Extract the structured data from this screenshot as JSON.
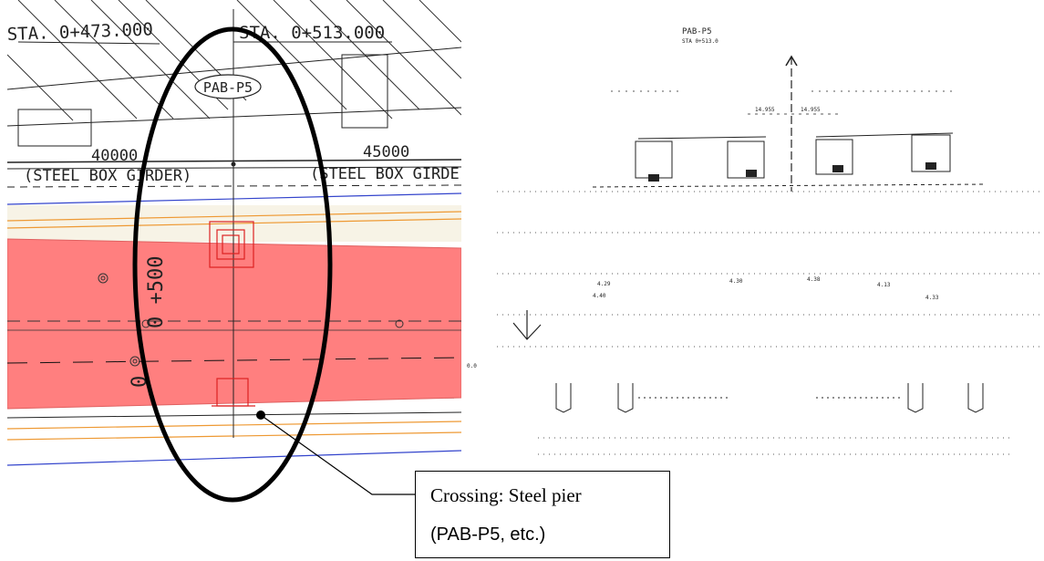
{
  "plan": {
    "station_left": "STA. 0+473.000",
    "station_right": "STA. 0+513.000",
    "pier_label": "PAB-P5",
    "span_left_length": "40000",
    "span_right_length": "45000",
    "girder_left": "(STEEL BOX GIRDER)",
    "girder_right": "(STEEL BOX GIRDE",
    "chainage_upper": "0 +500",
    "chainage_lower": "0",
    "colors": {
      "road_band": "#ff7f7f",
      "road_border": "#e06060",
      "pier_marker": "#dd2222",
      "utility_blue": "#3344cc",
      "utility_orange": "#ee9933",
      "background_tint": "#f7f3e6"
    }
  },
  "elevation": {
    "title": "PAB-P5",
    "subtitle": "STA 0+513.0",
    "dims": [
      "14.955",
      "14.955"
    ],
    "spans": [
      "4.29",
      "4.30",
      "4.38",
      "4.13"
    ],
    "small_labels": [
      "4.40",
      "4.33",
      "0.0"
    ]
  },
  "callout": {
    "line1": "Crossing: Steel pier",
    "line2": "(PAB-P5, etc.)"
  }
}
